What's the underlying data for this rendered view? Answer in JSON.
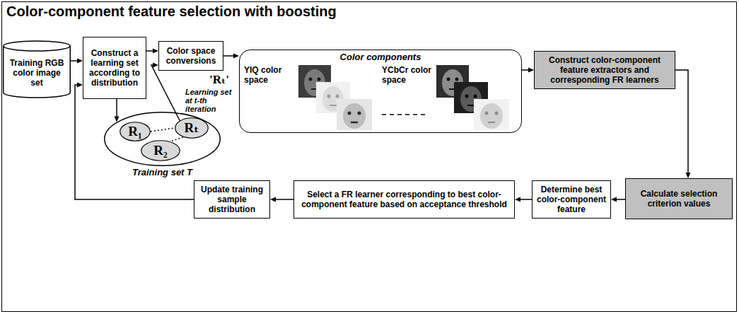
{
  "diagram": {
    "title": "Color-component feature selection with boosting",
    "nodes": [
      {
        "text": [
          "Training RGB color image set"
        ]
      },
      {
        "text": [
          "Construct a learning set according to distribution"
        ]
      },
      {
        "text": [
          "Color space conversions"
        ]
      },
      {
        "text": [
          "Color components"
        ]
      },
      {
        "text": [
          "Construct color-component feature extractors and corresponding FR learners"
        ]
      },
      {
        "text": [
          "Calculate selection criterion values"
        ]
      },
      {
        "text": [
          "Determine best color-component feature"
        ]
      },
      {
        "text": [
          "Select a FR learner corresponding to best color-component feature based on acceptance threshold"
        ]
      },
      {
        "text": [
          "Update training sample distribution"
        ]
      },
      {
        "text": [
          "Training set T"
        ]
      },
      {
        "text": [
          "R₁"
        ],
        "in": 9
      },
      {
        "text": [
          "R₂"
        ],
        "in": 9
      },
      {
        "text": [
          "Rₜ"
        ],
        "in": 9
      }
    ],
    "edges": [
      {
        "from": 0,
        "to": 1,
        "arrow": "to"
      },
      {
        "from": 1,
        "to": 2,
        "arrow": "to"
      },
      {
        "from": 2,
        "to": 3,
        "arrow": "to"
      },
      {
        "from": 3,
        "to": 4,
        "arrow": "to"
      },
      {
        "from": 4,
        "to": 5,
        "arrow": "to"
      },
      {
        "from": 5,
        "to": 6,
        "arrow": "to"
      },
      {
        "from": 6,
        "to": 7,
        "arrow": "to"
      },
      {
        "from": 7,
        "to": 8,
        "arrow": "to"
      },
      {
        "from": 8,
        "to": 1,
        "arrow": "to"
      },
      {
        "from": 1,
        "to": 9,
        "arrow": "to"
      },
      {
        "from": 12,
        "to": 2,
        "arrow": "to"
      },
      {
        "from": 10,
        "to": 12,
        "arrow": "none"
      },
      {
        "from": 12,
        "to": 11,
        "arrow": "none"
      }
    ],
    "labels": [
      "Learning set at t-th iteration",
      "'Rₜ'",
      "YIQ color space",
      "YCbCr color space"
    ]
  }
}
